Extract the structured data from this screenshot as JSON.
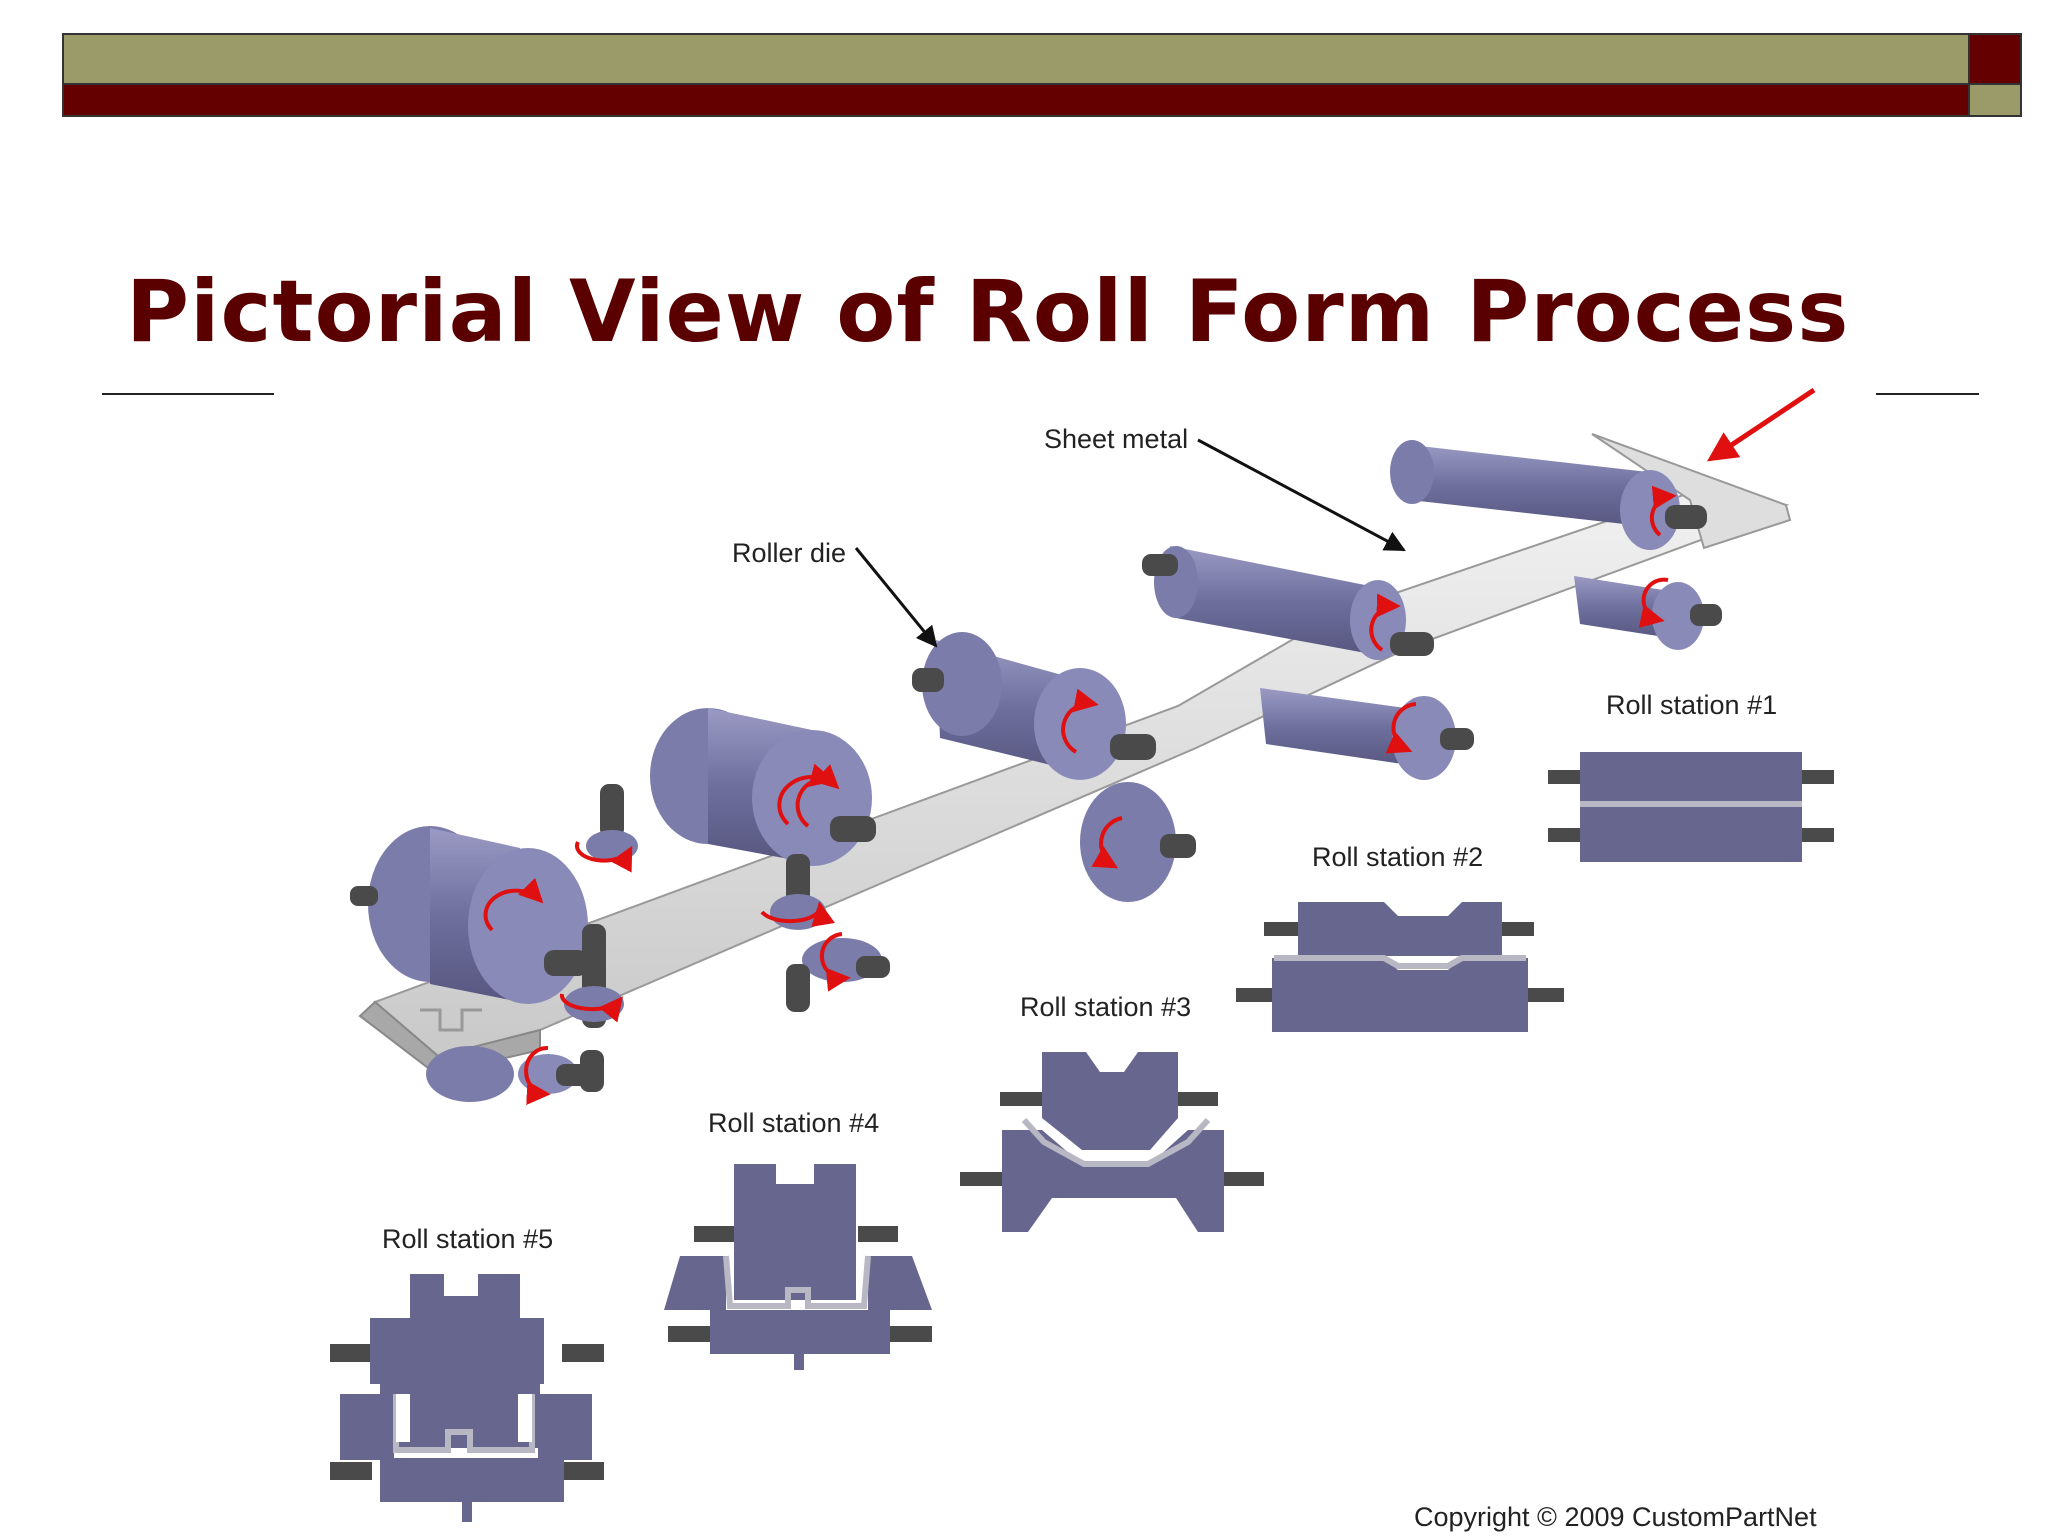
{
  "title": "Pictorial View of Roll Form Process",
  "labels": {
    "sheet_metal": "Sheet metal",
    "roller_die": "Roller die",
    "station_1": "Roll station #1",
    "station_2": "Roll station #2",
    "station_3": "Roll station #3",
    "station_4": "Roll station #4",
    "station_5": "Roll station #5"
  },
  "copyright": "Copyright © 2009 CustomPartNet",
  "colors": {
    "header_olive": "#9b9b6a",
    "header_maroon": "#650000",
    "title": "#5a0000",
    "roller": "#6f6f9e",
    "roller_dark": "#55557f",
    "roller_light": "#9191bd",
    "shaft": "#4a4a4a",
    "sheet": "#dcdcdc",
    "arrow_red": "#e01010"
  }
}
